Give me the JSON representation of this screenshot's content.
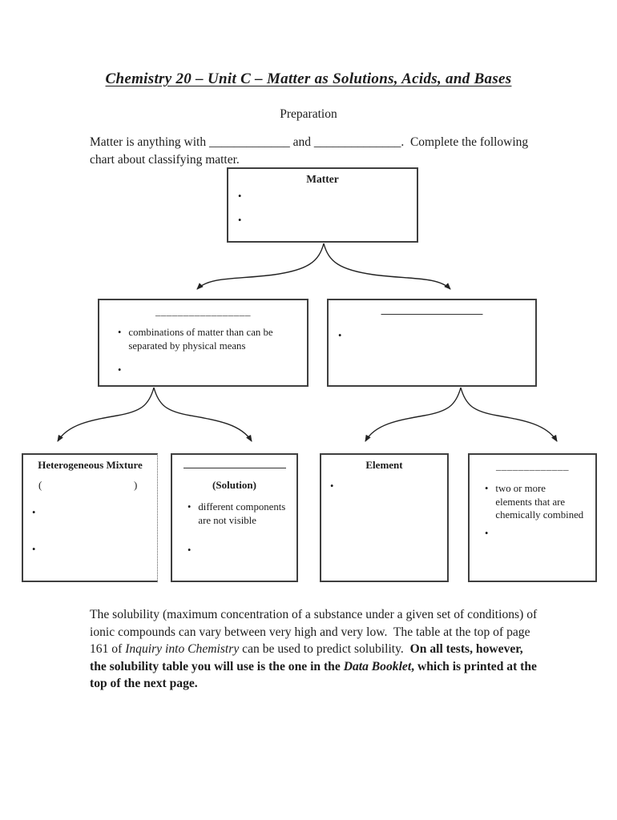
{
  "ui": {
    "bullet": "•"
  },
  "colors": {
    "ink": "#1c1c1c",
    "border": "#3f3f3f"
  },
  "header": {
    "title": "Chemistry 20 – Unit C – Matter as Solutions, Acids, and Bases",
    "subtitle": "Preparation"
  },
  "intro": {
    "line1": "Matter is anything with _____________ and ______________.  Complete the following",
    "line2": "chart about classifying matter."
  },
  "flowchart": {
    "matter": {
      "title": "Matter",
      "bullet1": "",
      "bullet2": ""
    },
    "mixture": {
      "blank": "_________________",
      "bullet1": "combinations of matter than can be separated by physical means",
      "bullet2": ""
    },
    "pure_substance": {
      "bullet1": ""
    },
    "heterogeneous": {
      "title": "Heterogeneous Mixture",
      "paren_open": "(",
      "paren_close": ")",
      "bullet1": "",
      "bullet2": ""
    },
    "solution": {
      "subtitle": "(Solution)",
      "bullet1": "different components are not visible",
      "bullet2": ""
    },
    "element": {
      "title": "Element",
      "bullet1": ""
    },
    "compound": {
      "blank": "_____________",
      "bullet1": "two or more elements that are chemically combined",
      "bullet2": ""
    }
  },
  "bottom_paragraph": {
    "lines": [
      [
        {
          "style": "plain",
          "text": "The solubility (maximum concentration of a substance under a given set of conditions) of"
        }
      ],
      [
        {
          "style": "plain",
          "text": "ionic compounds can vary between very high and very low.  The table at the top of page"
        }
      ],
      [
        {
          "style": "plain",
          "text": "161 of "
        },
        {
          "style": "italic",
          "text": "Inquiry into Chemistry"
        },
        {
          "style": "plain",
          "text": " can be used to predict solubility.  "
        },
        {
          "style": "bold",
          "text": "On all tests, however,"
        }
      ],
      [
        {
          "style": "bold",
          "text": "the solubility table you will use is the one in the "
        },
        {
          "style": "bolditalic",
          "text": "Data Booklet"
        },
        {
          "style": "bold",
          "text": ", which is printed at the"
        }
      ],
      [
        {
          "style": "bold",
          "text": "top of the next page."
        }
      ]
    ]
  }
}
